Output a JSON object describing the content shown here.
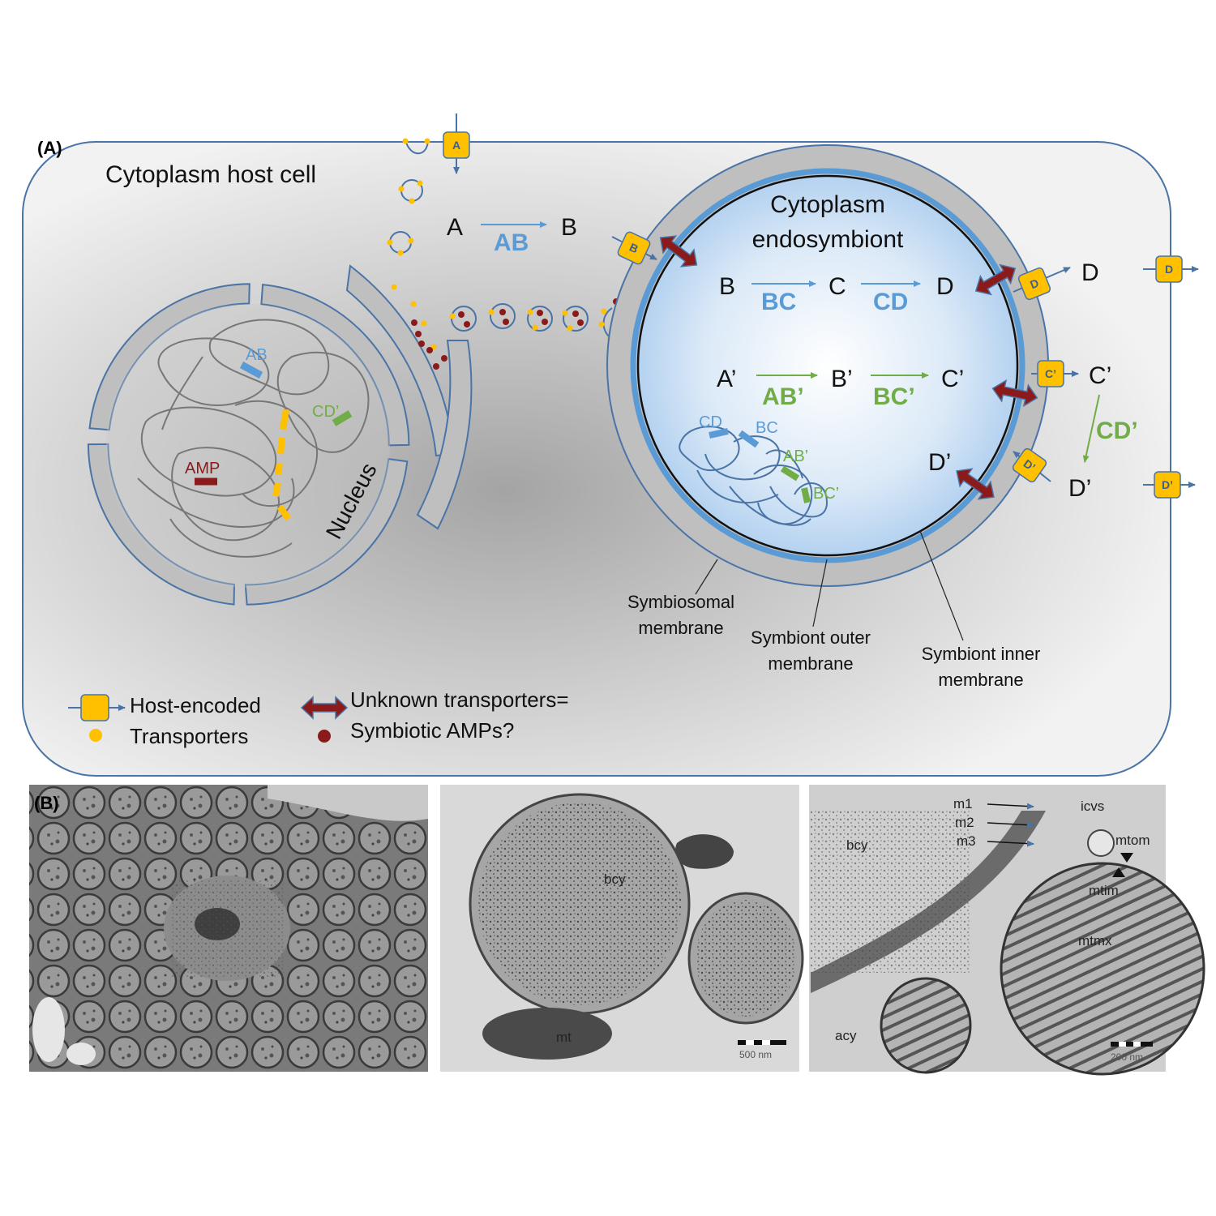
{
  "panel_a": {
    "label": "(A)",
    "host_cytoplasm": "Cytoplasm host cell",
    "endosymbiont_line1": "Cytoplasm",
    "endosymbiont_line2": "endosymbiont",
    "nucleus": "Nucleus",
    "reaction_host": {
      "substrate": "A",
      "enzyme": "AB",
      "product": "B"
    },
    "reactions_symbiont_row1": {
      "s1": "B",
      "e1": "BC",
      "s2": "C",
      "e2": "CD",
      "s3": "D"
    },
    "reactions_symbiont_row2": {
      "s1": "A’",
      "e1": "AB’",
      "s2": "B’",
      "e2": "BC’",
      "s3": "C’"
    },
    "dprime_inside": "D’",
    "outside_d": "D",
    "outside_cprime": "C’",
    "outside_enzyme": "CD’",
    "outside_dprime": "D’",
    "host_genes": {
      "ab": "AB",
      "cdprime": "CD’",
      "amp": "AMP"
    },
    "symbiont_genes": {
      "cd": "CD",
      "bc": "BC",
      "abprime": "AB’",
      "bcprime": "BC’"
    },
    "badges": {
      "a": "A",
      "b": "B",
      "d_membrane": "D",
      "d_outside": "D",
      "cprime": "C’",
      "dprime_membrane": "D’",
      "dprime_outside": "D’"
    },
    "membranes": {
      "symbiosomal_1": "Symbiosomal",
      "symbiosomal_2": "membrane",
      "outer_1": "Symbiont outer",
      "outer_2": "membrane",
      "inner_1": "Symbiont inner",
      "inner_2": "membrane"
    },
    "legend": {
      "host_1": "Host-encoded",
      "host_2": "Transporters",
      "unknown_1": "Unknown transporters=",
      "unknown_2": "Symbiotic AMPs?"
    }
  },
  "panel_b": {
    "label": "(B)",
    "mid_labels": {
      "bcy": "bcy",
      "mt": "mt",
      "scale": "500 nm"
    },
    "right_labels": {
      "m1": "m1",
      "m2": "m2",
      "m3": "m3",
      "icvs": "icvs",
      "mtom": "mtom",
      "mtim": "mtim",
      "mtmx": "mtmx",
      "bcy": "bcy",
      "acy": "acy",
      "scale": "200 nm"
    }
  },
  "colors": {
    "membrane_blue": "#4a74a6",
    "enzyme_blue": "#5b9bd5",
    "enzyme_green": "#70ad47",
    "transporter_yellow": "#ffc000",
    "amp_red": "#8b1a1a",
    "cell_gray": "#c8c8c8"
  }
}
